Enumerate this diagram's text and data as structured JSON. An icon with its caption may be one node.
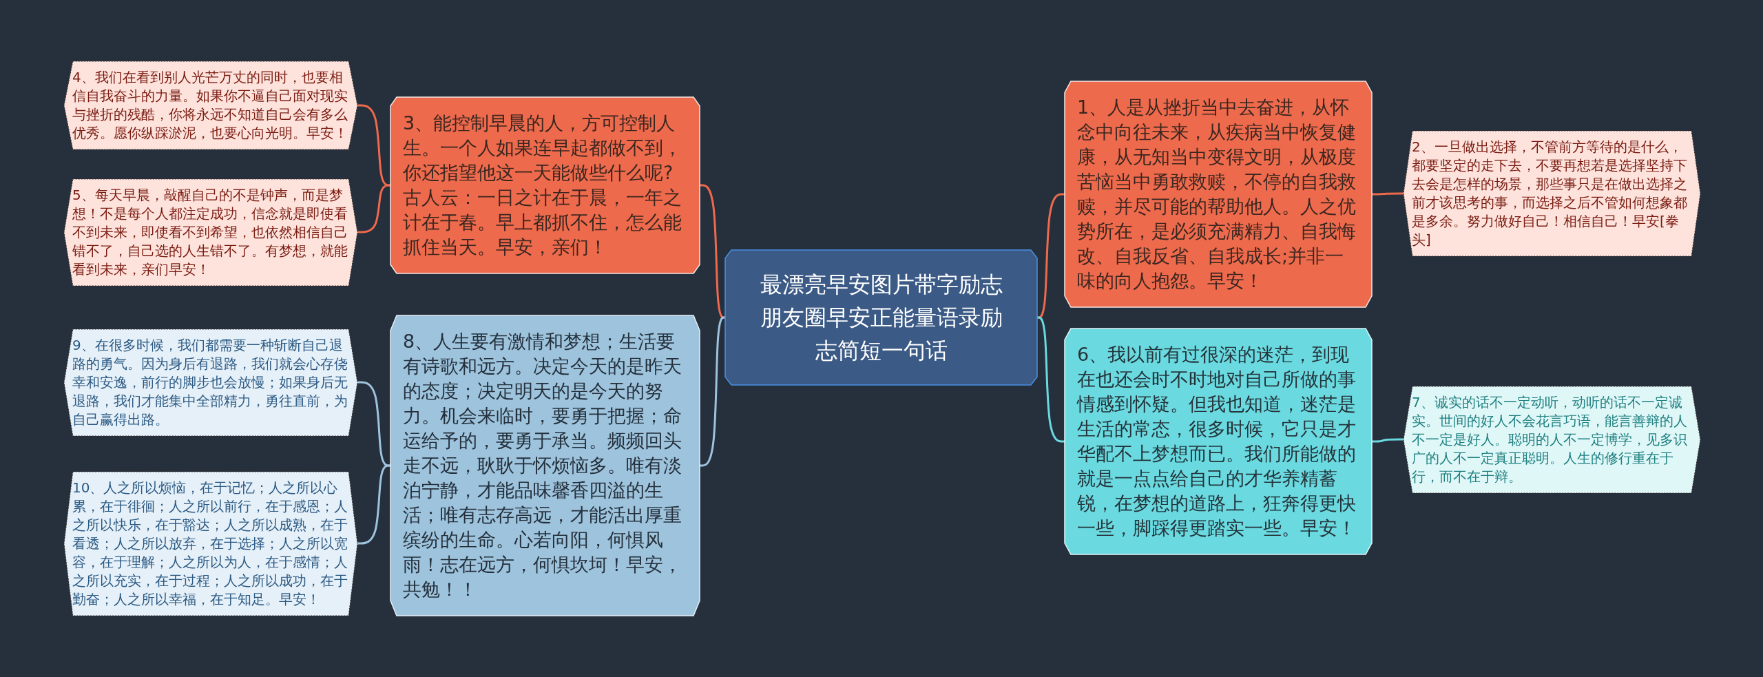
{
  "diagram": {
    "nodes": [
      {
        "text": [
          "最漂亮早安图片带字励志朋友圈早安正能量语录励志简短一句话"
        ]
      },
      {
        "text": [
          "1、人是从挫折当中去奋进，从怀念中向往未来，从疾病当中恢复健康，从无知当中变得文明，从极度苦恼当中勇敢救赎，不停的自我救赎，并尽可能的帮助他人。人之优势所在，是必须充满精力、自我悔改、自我反省、自我成长;并非一味的向人抱怨。早安！"
        ]
      },
      {
        "text": [
          "2、一旦做出选择，不管前方等待的是什么，都要坚定的走下去，不要再想若是选择坚持下去会是怎样的场景，那些事只是在做出选择之前才该思考的事，而选择之后不管如何想象都是多余。努力做好自己！相信自己！早安[拳头]"
        ]
      },
      {
        "text": [
          "3、能控制早晨的人，方可控制人生。一个人如果连早起都做不到，你还指望他这一天能做些什么呢?古人云：一日之计在于晨，一年之计在于春。早上都抓不住，怎么能抓住当天。早安，亲们！"
        ]
      },
      {
        "text": [
          "4、我们在看到别人光芒万丈的同时，也要相信自我奋斗的力量。如果你不逼自己面对现实与挫折的残酷，你将永远不知道自己会有多么优秀。愿你纵踩淤泥，也要心向光明。早安！"
        ]
      },
      {
        "text": [
          "5、每天早晨，敲醒自己的不是钟声，而是梦想！不是每个人都注定成功，信念就是即使看不到未来，即使看不到希望，也依然相信自己错不了，自己选的人生错不了。有梦想，就能看到未来，亲们早安！"
        ]
      },
      {
        "text": [
          "6、我以前有过很深的迷茫，到现在也还会时不时地对自己所做的事情感到怀疑。但我也知道，迷茫是生活的常态，很多时候，它只是才华配不上梦想而已。我们所能做的就是一点点给自己的才华养精蓄锐，在梦想的道路上，狂奔得更快一些，脚踩得更踏实一些。早安！"
        ]
      },
      {
        "text": [
          "7、诚实的话不一定动听，动听的话不一定诚实。世间的好人不会花言巧语，能言善辩的人不一定是好人。聪明的人不一定博学，见多识广的人不一定真正聪明。人生的修行重在于行，而不在于辩。"
        ]
      },
      {
        "text": [
          "8、人生要有激情和梦想；生活要有诗歌和远方。决定今天的是昨天的态度；决定明天的是今天的努力。机会来临时，要勇于把握；命运给予的，要勇于承当。频频回头走不远，耿耿于怀烦恼多。唯有淡泊宁静，才能品味馨香四溢的生活；唯有志存高远，才能活出厚重缤纷的生命。心若向阳，何惧风雨！志在远方，何惧坎坷！早安，共勉！！"
        ]
      },
      {
        "text": [
          "9、在很多时候，我们都需要一种斩断自己退路的勇气。因为身后有退路，我们就会心存侥幸和安逸，前行的脚步也会放慢；如果身后无退路，我们才能集中全部精力，勇往直前，为自己赢得出路。"
        ]
      },
      {
        "text": [
          "10、人之所以烦恼，在于记忆；人之所以心累，在于徘徊；人之所以前行，在于感恩；人之所以快乐，在于豁达；人之所以成熟，在于看透；人之所以放弃，在于选择；人之所以宽容，在于理解；人之所以为人，在于感情；人之所以充实，在于过程；人之所以成功，在于勤奋；人之所以幸福，在于知足。早安！"
        ]
      }
    ],
    "edges": [
      {
        "from": 0,
        "to": 1,
        "arrow": "none",
        "color": "#ee6a4c"
      },
      {
        "from": 1,
        "to": 2,
        "arrow": "none",
        "color": "#ee6a4c"
      },
      {
        "from": 0,
        "to": 3,
        "arrow": "none",
        "color": "#ee6a4c"
      },
      {
        "from": 3,
        "to": 4,
        "arrow": "none",
        "color": "#ee6a4c"
      },
      {
        "from": 3,
        "to": 5,
        "arrow": "none",
        "color": "#ee6a4c"
      },
      {
        "from": 0,
        "to": 6,
        "arrow": "none",
        "color": "#6ad9e0"
      },
      {
        "from": 6,
        "to": 7,
        "arrow": "none",
        "color": "#6ad9e0"
      },
      {
        "from": 0,
        "to": 8,
        "arrow": "none",
        "color": "#9ec3dc"
      },
      {
        "from": 8,
        "to": 9,
        "arrow": "none",
        "color": "#9ec3dc"
      },
      {
        "from": 8,
        "to": 10,
        "arrow": "none",
        "color": "#9ec3dc"
      }
    ]
  }
}
